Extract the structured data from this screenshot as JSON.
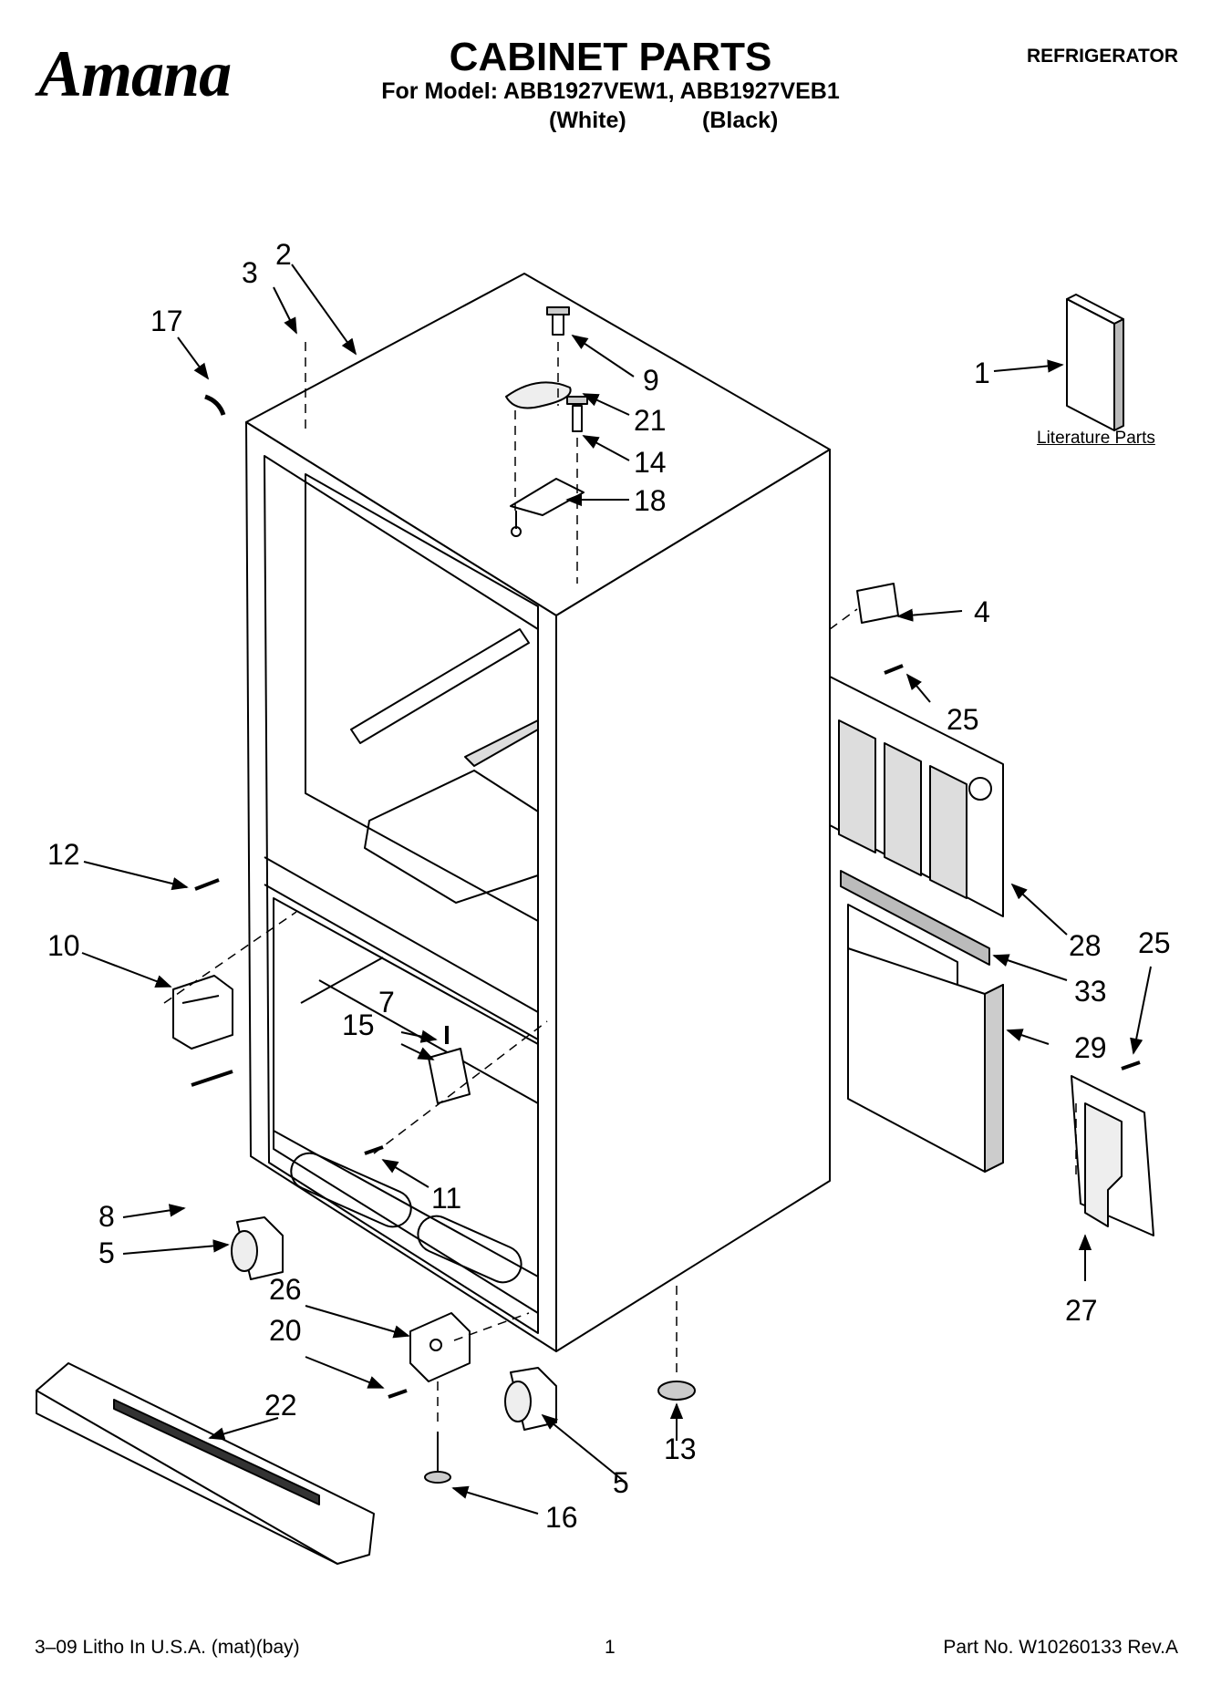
{
  "header": {
    "brand": "Amana",
    "title": "CABINET PARTS",
    "model_line": "For Model: ABB1927VEW1, ABB1927VEB1",
    "variant_white": "(White)",
    "variant_black": "(Black)",
    "category": "REFRIGERATOR"
  },
  "diagram": {
    "literature_label": "Literature Parts",
    "callouts": {
      "c1": "1",
      "c2": "2",
      "c3": "3",
      "c4": "4",
      "c5a": "5",
      "c5b": "5",
      "c7": "7",
      "c8": "8",
      "c9": "9",
      "c10": "10",
      "c11": "11",
      "c12": "12",
      "c13": "13",
      "c14": "14",
      "c15": "15",
      "c16": "16",
      "c17": "17",
      "c18": "18",
      "c20": "20",
      "c21": "21",
      "c22": "22",
      "c25a": "25",
      "c25b": "25",
      "c26": "26",
      "c27": "27",
      "c28": "28",
      "c29": "29",
      "c33": "33"
    }
  },
  "footer": {
    "left": "3–09 Litho In U.S.A. (mat)(bay)",
    "center": "1",
    "right": "Part No. W10260133 Rev.A"
  }
}
